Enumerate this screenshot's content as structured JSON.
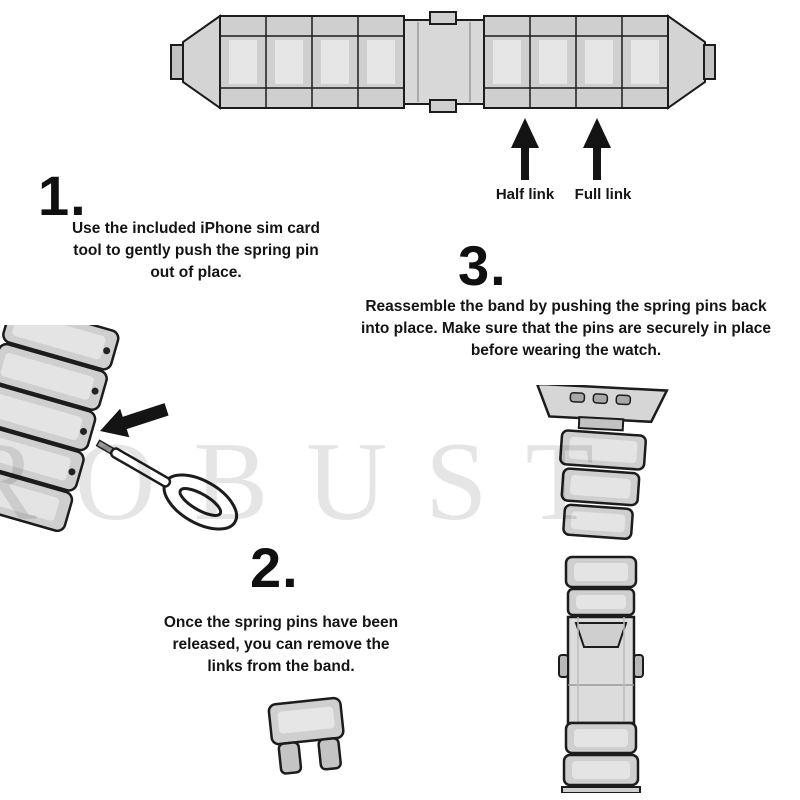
{
  "watermark": "ROBUST",
  "band_labels": {
    "half_link": "Half link",
    "full_link": "Full link"
  },
  "steps": {
    "step1": {
      "number": "1.",
      "lines": [
        "Use the included iPhone sim card",
        "tool to gently push the spring pin",
        "out of place."
      ]
    },
    "step2": {
      "number": "2.",
      "lines": [
        "Once the spring pins have been",
        "released, you can remove the",
        "links from the band."
      ]
    },
    "step3": {
      "number": "3.",
      "lines": [
        "Reassemble the band by pushing the spring pins back",
        "into place. Make sure that the pins are securely in place",
        "before wearing the watch."
      ]
    }
  },
  "icons": {
    "half_link_pointer": "up-arrow",
    "full_link_pointer": "up-arrow",
    "pin_pointer": "arrow-down-left",
    "tool": "sim-eject-tool"
  },
  "colors": {
    "ink": "#141414",
    "link_fill": "#cfcfcf",
    "link_highlight": "#e6e6e6",
    "clasp_fill": "#d8d8d8",
    "watermark": "rgba(0,0,0,0.10)"
  }
}
